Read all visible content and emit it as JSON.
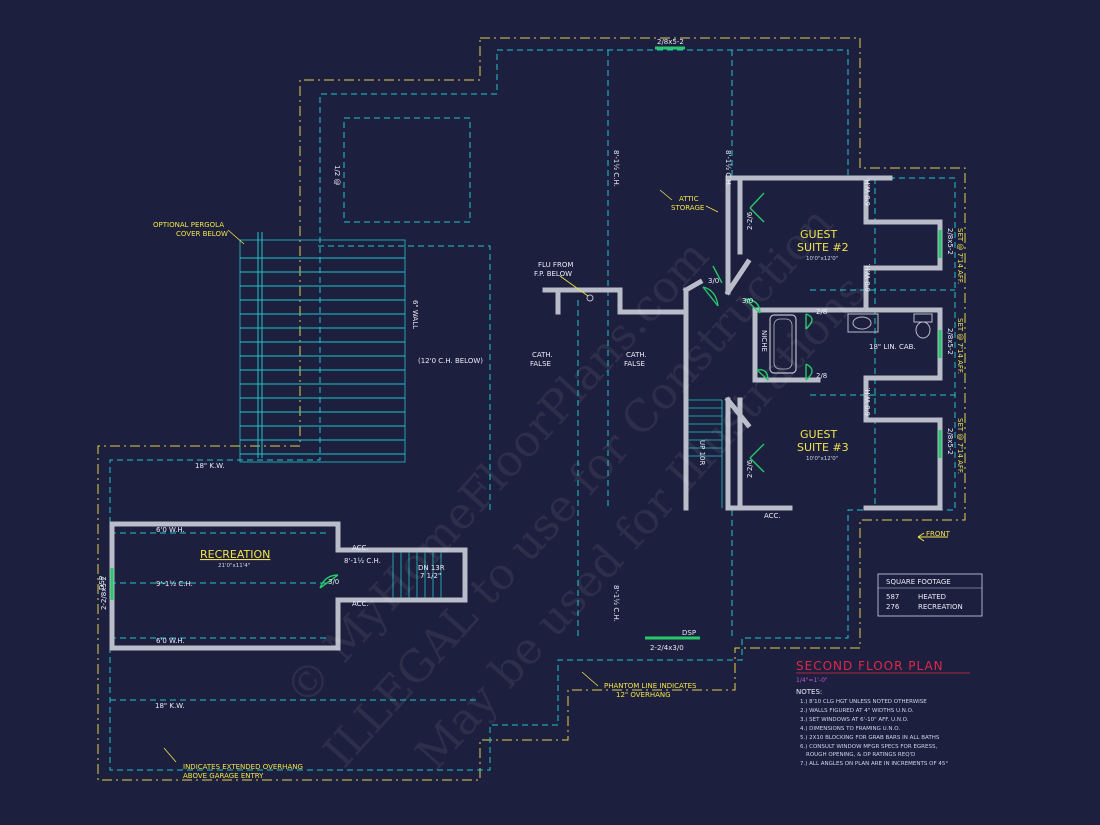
{
  "plan": {
    "title": "SECOND FLOOR PLAN",
    "scale": "1/4\"=1'-0\"",
    "rooms": {
      "recreation_name": "RECREATION",
      "recreation_size": "21'0\"x11'4\"",
      "guest2_name": "GUEST",
      "guest2_num": "SUITE #2",
      "guest2_size": "10'0\"x12'0\"",
      "guest3_name": "GUEST",
      "guest3_num": "SUITE #3",
      "guest3_size": "10'0\"x12'0\""
    },
    "labels": {
      "optional_pergola_1": "OPTIONAL PERGOLA",
      "optional_pergola_2": "COVER BELOW",
      "attic_1": "ATTIC",
      "attic_2": "STORAGE",
      "flu_1": "FLU FROM",
      "flu_2": "F.P. BELOW",
      "ch_below": "(12'0 C.H. BELOW)",
      "wall_6": "6\" WALL",
      "cath_false": "CATH.",
      "false": "FALSE",
      "kw_top": "18\" K.W.",
      "kw_bottom": "18\" K.W.",
      "wh_top": "6'0 W.H.",
      "wh_bottom": "6'0 W.H.",
      "ch_rec": "9'-1½ C.H.",
      "ch_81": "8'-1½ C.H.",
      "ch_81b": "8'-1½ C.H.",
      "ch_81c": "8'-1½ C.H.",
      "ch_81d": "8'-1½ C.H.",
      "acc": "ACC.",
      "acc2": "ACC.",
      "acc3": "ACC.",
      "dn_13r": "DN 13R",
      "dn_ratio": "7 1/2\"",
      "up_10r": "UP 10R",
      "lin_cab": "18\" LIN. CAB.",
      "niche": "NICHE",
      "front": "FRONT",
      "dsp": "DSP",
      "dsp2": "DSP",
      "phantom_1": "PHANTOM LINE INDICATES",
      "phantom_2": "12\" OVERHANG",
      "ext_overhang_1": "INDICATES EXTENDED OVERHANG",
      "ext_overhang_2": "ABOVE GARAGE ENTRY",
      "door_310": "3/0",
      "door_310b": "3/0",
      "door_310c": "3/0",
      "door_28": "2/8",
      "door_28b": "2/8",
      "door_226": "2-2/6",
      "door_226b": "2-2/6",
      "win_top": "2/8x5-2",
      "win_bottom": "2-2/4x3/0",
      "win_rec": "2-2/8x5-2",
      "win_g2a": "2/8x5-2",
      "win_g2b": "2/8x5-2",
      "win_g3": "2/8x5-2",
      "set_714a": "SET @ 7'14 AFF.",
      "set_714b": "SET @ 7'14 AFF.",
      "set_714c": "SET @ 7'14 AFF.",
      "wh_60a": "6'0 W.H.",
      "wh_60b": "6'0 W.H.",
      "wh_60c": "6'0 W.H.",
      "slope": "1/2 @"
    },
    "square_footage": {
      "title": "SQUARE FOOTAGE",
      "rows": [
        {
          "value": "587",
          "label": "HEATED"
        },
        {
          "value": "276",
          "label": "RECREATION"
        }
      ]
    },
    "notes": {
      "heading": "NOTES:",
      "items": [
        "1.) 8'10 CLG HGT UNLESS NOTED OTHERWISE",
        "2.) WALLS FIGURED AT 4\" WIDTHS U.N.O.",
        "3.) SET WINDOWS AT 6'-10\" AFF. U.N.O.",
        "4.) DIMENSIONS TO FRAMING U.N.O.",
        "5.) 2X10 BLOCKING FOR GRAB BARS IN ALL BATHS",
        "6.) CONSULT WINDOW MFGR SPECS FOR EGRESS,",
        "    ROUGH OPENING, & DP RATINGS REQ'D",
        "7.) ALL ANGLES ON PLAN ARE IN INCREMENTS OF 45°"
      ]
    },
    "watermark": [
      "© MyHomeFloorPlans.com",
      "ILLEGAL to use for Construction",
      "May be used for Illustrations"
    ],
    "colors": {
      "background": "#1c1f3d",
      "wall": "#b9bdc9",
      "cyan": "#22c4cc",
      "yellow": "#f2e44c",
      "green": "#27c86a",
      "red_title": "#e0284a"
    }
  }
}
